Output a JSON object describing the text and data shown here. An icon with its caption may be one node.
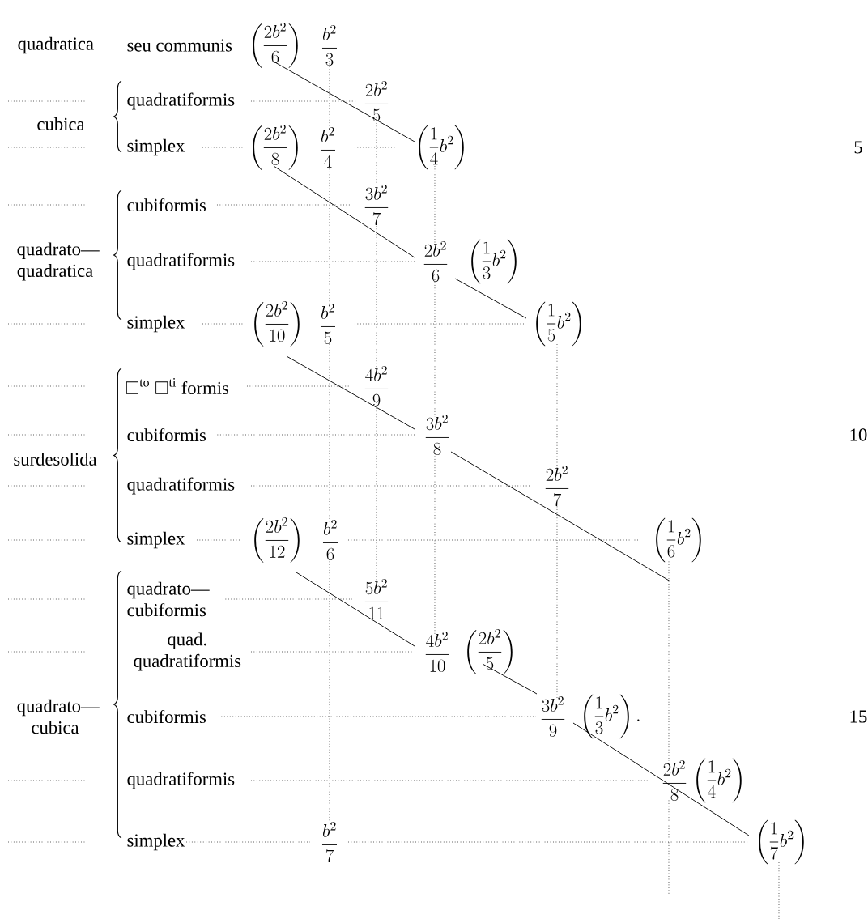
{
  "diagram": {
    "labels": [
      "quadratica",
      "seu communis",
      "\\left(\\frac{2b^2}{6}\\right)",
      "\\frac{b^2}{3}",
      "quadratiformis",
      "\\frac{2b^2}{5}",
      "cubica",
      "simplex",
      "\\left(\\frac{2b^2}{8}\\right)",
      "\\frac{b^2}{4}",
      "\\left(\\frac{1}{4}b^2\\right)",
      "5",
      "cubiformis",
      "\\frac{3b^2}{7}",
      "quadrato— quadratica",
      "quadratiformis",
      "\\frac{2b^2}{6}",
      "\\left(\\frac{1}{3}b^2\\right)",
      "simplex",
      "\\left(\\frac{2b^2}{10}\\right)",
      "\\frac{b^2}{5}",
      "\\left(\\frac{1}{5}b^2\\right)",
      "\\square^{\\mathrm{to}}\\ \\square^{\\mathrm{ti}}\\ \\mathrm{formis}",
      "\\frac{4b^2}{9}",
      "cubiformis",
      "\\frac{3b^2}{8}",
      "10",
      "surdesolida",
      "quadratiformis",
      "\\frac{2b^2}{7}",
      "simplex",
      "\\left(\\frac{2b^2}{12}\\right)",
      "\\frac{b^2}{6}",
      "\\left(\\frac{1}{6}b^2\\right)",
      "quadrato— cubiformis",
      "\\frac{5b^2}{11}",
      "quad. quadratiformis",
      "\\frac{4b^2}{10}",
      "\\left(\\frac{2b^2}{5}\\right)",
      "quadrato— cubica",
      "cubiformis",
      "\\frac{3b^2}{9}",
      "\\left(\\frac{1}{3}b^2\\right).",
      "15",
      "quadratiformis",
      "\\frac{2b^2}{8}",
      "\\left(\\frac{1}{4}b^2\\right)",
      "simplex",
      "\\frac{b^2}{7}",
      "\\left(\\frac{1}{7}b^2\\right)"
    ]
  }
}
